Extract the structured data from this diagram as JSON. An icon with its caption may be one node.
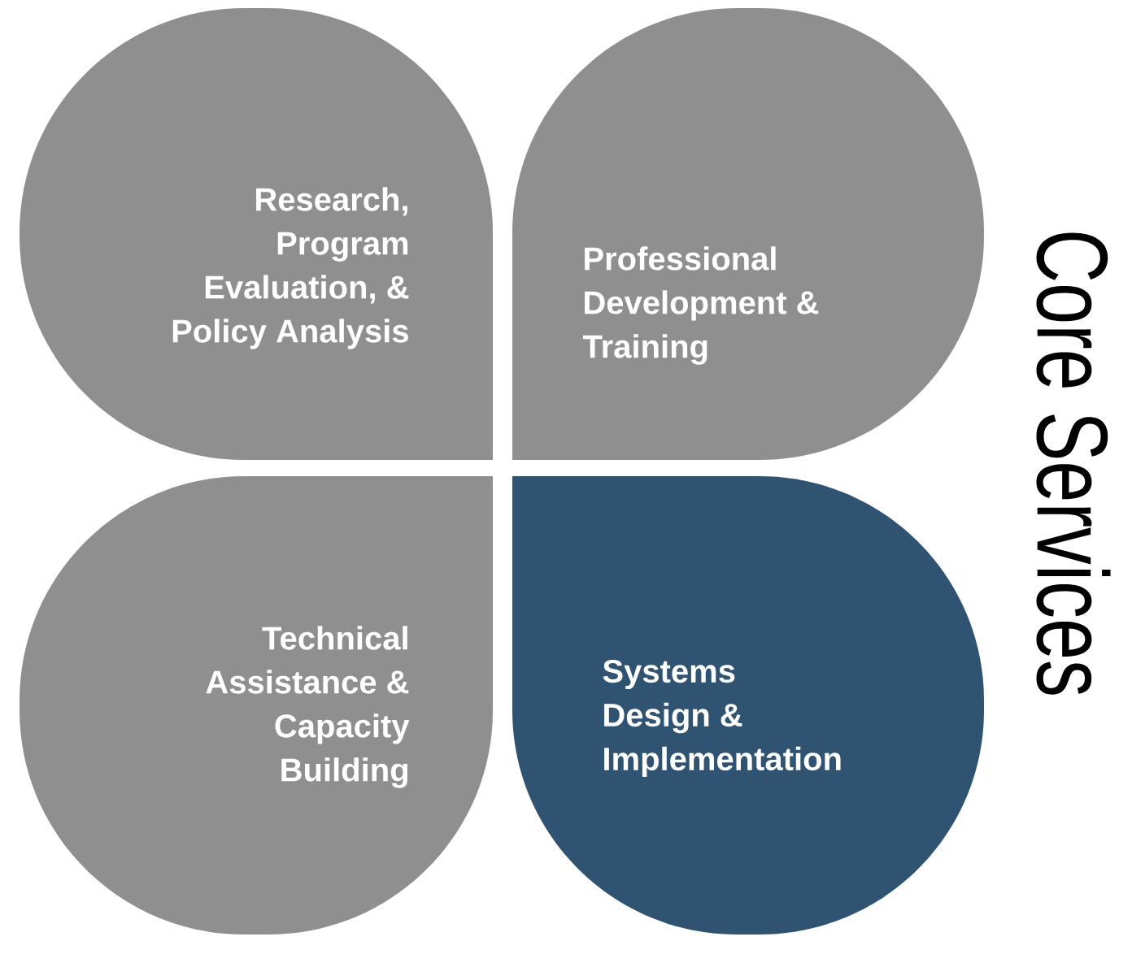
{
  "diagram": {
    "title": "Core Services",
    "nodes": [
      {
        "text": [
          "Research, Program Evaluation, & Policy Analysis"
        ]
      },
      {
        "text": [
          "Professional Development & Training"
        ]
      },
      {
        "text": [
          "Technical Assistance & Capacity Building"
        ]
      },
      {
        "text": [
          "Systems Design & Implementation"
        ]
      }
    ]
  }
}
